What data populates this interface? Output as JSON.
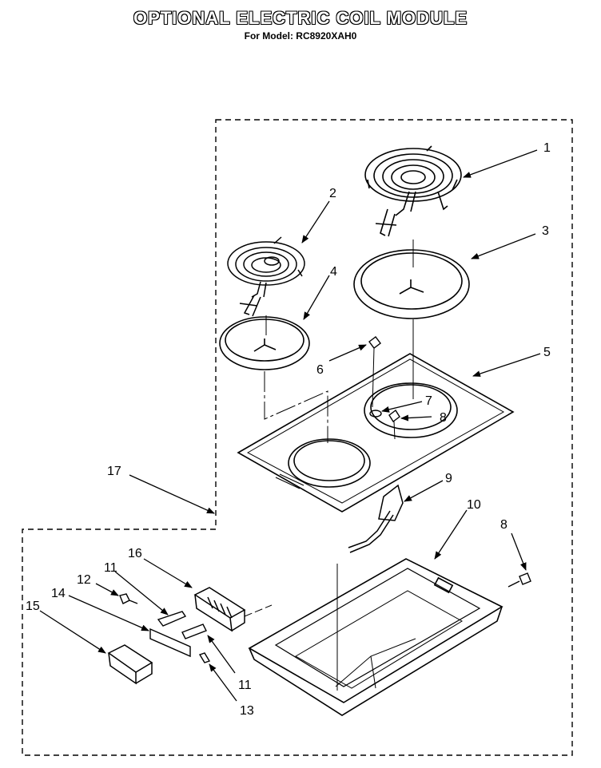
{
  "header": {
    "title": "OPTIONAL ELECTRIC COIL MODULE",
    "model": "For Model: RC8920XAH0"
  },
  "callouts": {
    "c1": "1",
    "c2": "2",
    "c3": "3",
    "c4": "4",
    "c5": "5",
    "c6": "6",
    "c7": "7",
    "c8a": "8",
    "c8b": "8",
    "c9": "9",
    "c10": "10",
    "c11a": "11",
    "c11b": "11",
    "c12": "12",
    "c13": "13",
    "c14": "14",
    "c15": "15",
    "c16": "16",
    "c17": "17"
  }
}
